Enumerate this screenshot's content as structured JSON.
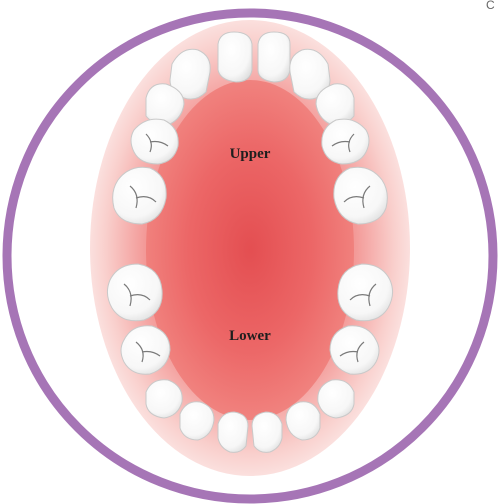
{
  "corner_mark": "C",
  "labels": {
    "upper": "Upper",
    "lower": "Lower"
  },
  "colors": {
    "ring": "#a675b6",
    "gum_center": "#e4585a",
    "gum_edge": "#fbe4e2",
    "tooth_fill": "#ffffff",
    "tooth_shadow": "#c9c9c9",
    "label_text": "#1e1e1e"
  },
  "teeth": {
    "upper": [
      "incisor",
      "incisor",
      "incisor",
      "incisor",
      "canine",
      "canine",
      "premolar",
      "premolar",
      "molar",
      "molar"
    ],
    "lower": [
      "incisor",
      "incisor",
      "incisor",
      "incisor",
      "canine",
      "canine",
      "premolar",
      "premolar",
      "molar",
      "molar"
    ]
  }
}
